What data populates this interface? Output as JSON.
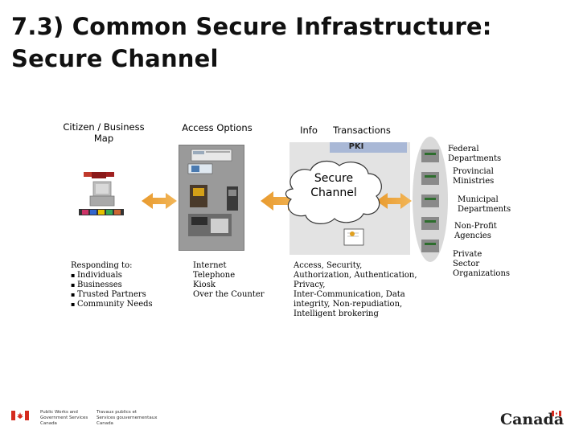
{
  "title": {
    "line1": "7.3) Common Secure Infrastructure:",
    "line2": "Secure Channel"
  },
  "columns": {
    "map": "Citizen / Business\nMap",
    "access": "Access Options",
    "info": "Info",
    "transactions": "Transactions"
  },
  "pki": "PKI",
  "cloud": {
    "line1": "Secure",
    "line2": "Channel"
  },
  "responding": {
    "heading": "Responding to:",
    "items": [
      "Individuals",
      "Businesses",
      "Trusted Partners",
      "Community Needs"
    ]
  },
  "access_options": [
    "Internet",
    "Telephone",
    "Kiosk",
    "Over the Counter"
  ],
  "services": [
    "Access, Security,",
    "Authorization, Authentication,",
    "Privacy,",
    "Inter-Communication, Data",
    "integrity, Non-repudiation,",
    "Intelligent brokering"
  ],
  "departments": [
    {
      "line1": "Federal",
      "line2": "Departments"
    },
    {
      "line1": "Provincial",
      "line2": "Ministries"
    },
    {
      "line1": "Municipal",
      "line2": "Departments"
    },
    {
      "line1": "Non-Profit",
      "line2": "Agencies"
    },
    {
      "line1": "Private",
      "line2": "Sector",
      "line3": "Organizations"
    }
  ],
  "footer": {
    "en_line1": "Public Works and",
    "en_line2": "Government Services",
    "en_line3": "Canada",
    "fr_line1": "Travaux publics et",
    "fr_line2": "Services gouvernementaux",
    "fr_line3": "Canada",
    "wordmark": "Canada",
    "colors": {
      "flag_red": "#d52b1e"
    }
  }
}
